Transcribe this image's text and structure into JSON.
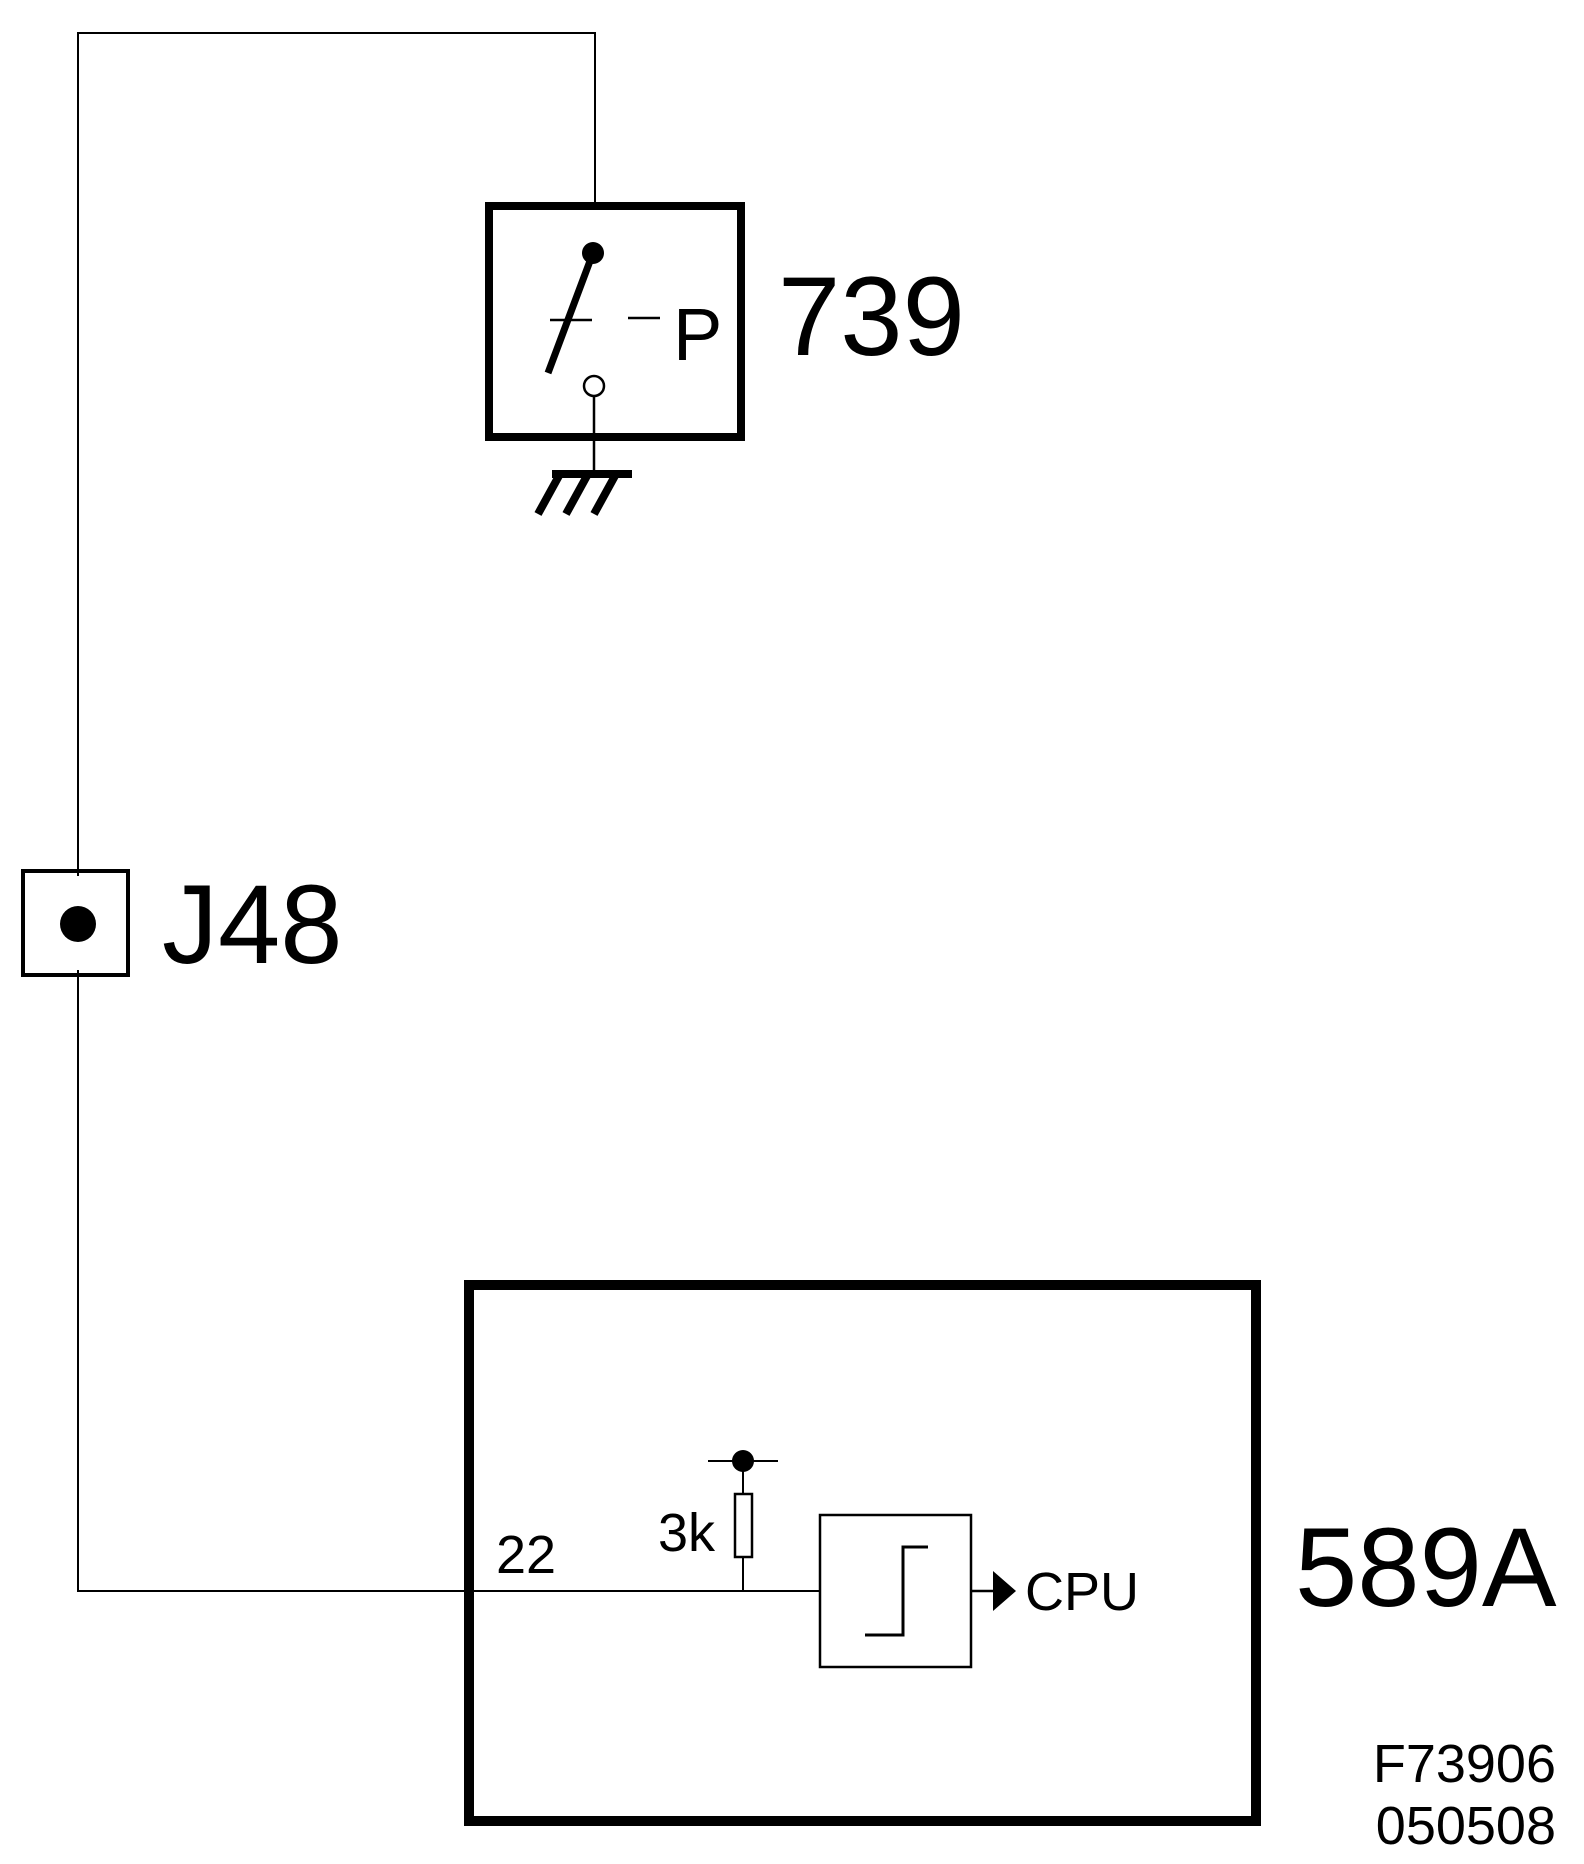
{
  "components": {
    "pressure_switch": {
      "id": "739",
      "symbol_letter": "P"
    },
    "junction": {
      "id": "J48"
    },
    "control_unit": {
      "id": "589A",
      "pin": "22",
      "resistor": "3k",
      "output": "CPU"
    }
  },
  "footer": {
    "figure_code": "F73906",
    "date_code": "050508"
  },
  "colors": {
    "line": "#000000",
    "background": "#ffffff"
  }
}
